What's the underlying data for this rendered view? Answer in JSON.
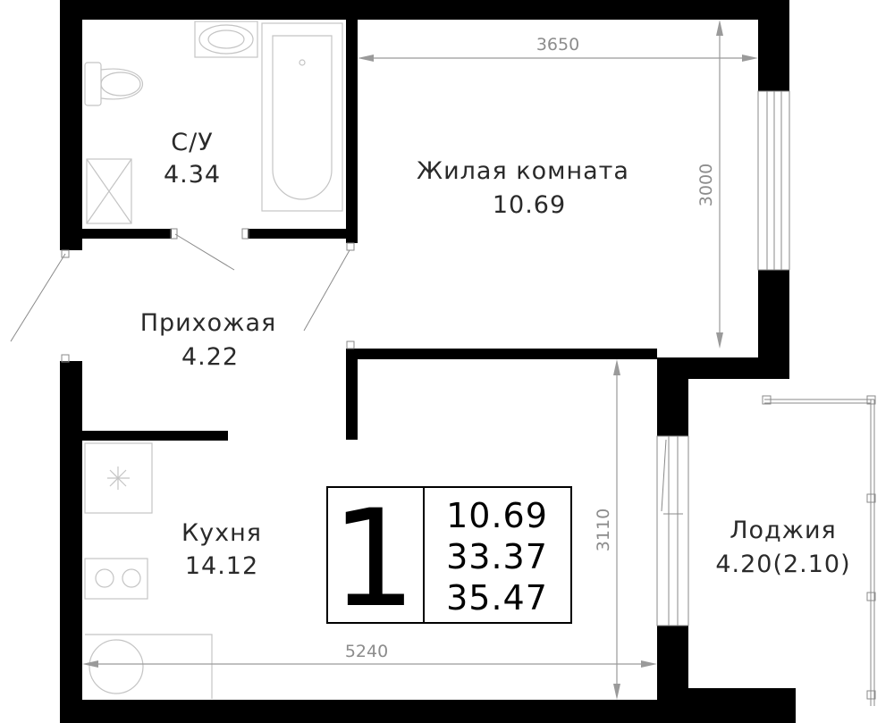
{
  "rooms": {
    "bathroom": {
      "name": "С/У",
      "area": "4.34"
    },
    "living": {
      "name": "Жилая комната",
      "area": "10.69"
    },
    "hall": {
      "name": "Прихожая",
      "area": "4.22"
    },
    "kitchen": {
      "name": "Кухня",
      "area": "14.12"
    },
    "loggia": {
      "name": "Лоджия",
      "area": "4.20(2.10)"
    }
  },
  "dimensions": {
    "living_width": "3650",
    "living_height": "3000",
    "kitchen_height": "3110",
    "total_width": "5240"
  },
  "legend": {
    "rooms_count": "1",
    "living_area": "10.69",
    "total_area": "33.37",
    "total_area_with_loggia": "35.47"
  }
}
